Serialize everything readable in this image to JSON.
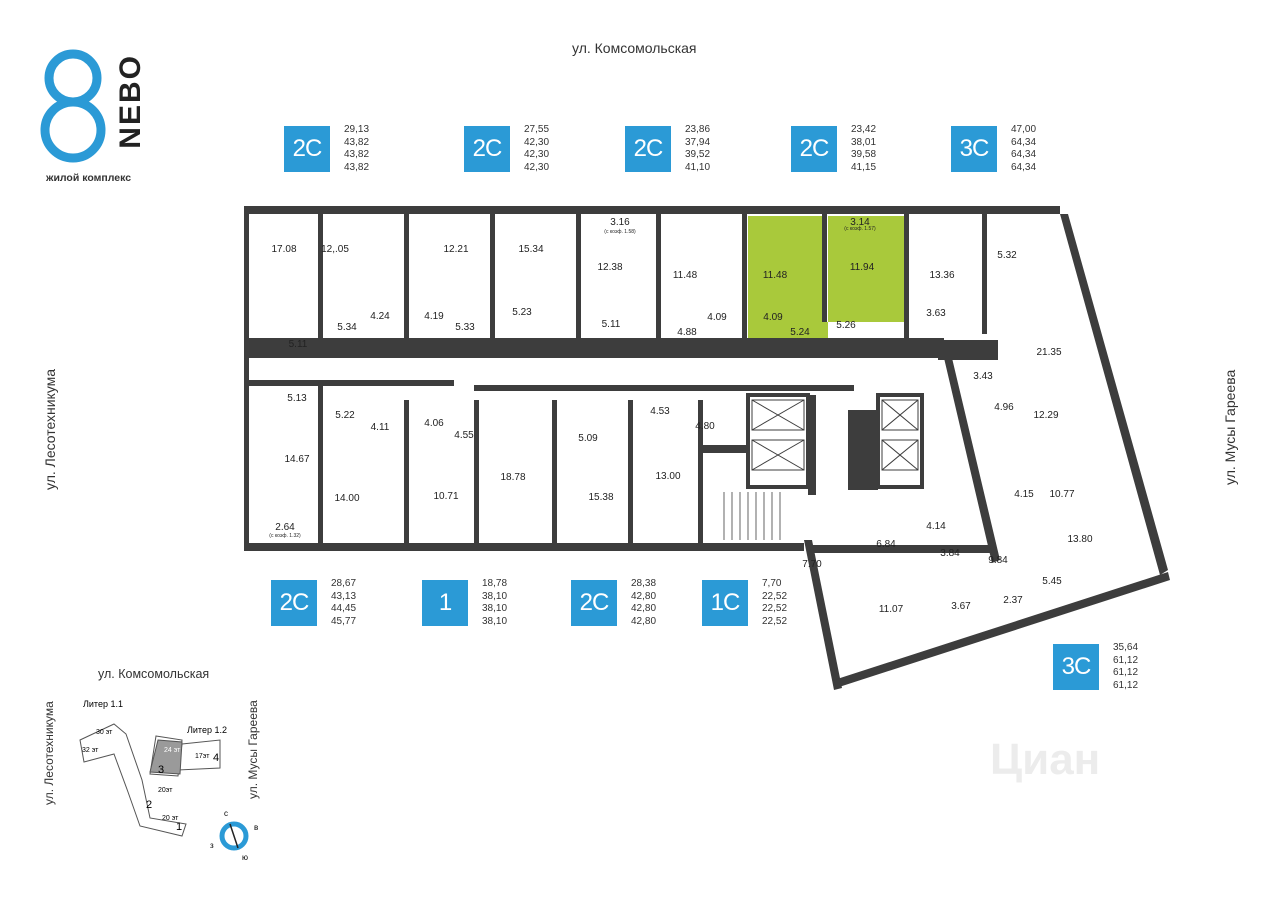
{
  "logo": {
    "brand": "NEBO",
    "subtitle": "жилой комплекс"
  },
  "streets": {
    "top": "ул. Комсомольская",
    "left": "ул. Лесотехникума",
    "right": "ул. Мусы Гареева"
  },
  "apartments": [
    {
      "type": "2С",
      "areas": [
        "29,13",
        "43,82",
        "43,82",
        "43,82"
      ]
    },
    {
      "type": "2С",
      "areas": [
        "27,55",
        "42,30",
        "42,30",
        "42,30"
      ]
    },
    {
      "type": "2С",
      "areas": [
        "23,86",
        "37,94",
        "39,52",
        "41,10"
      ]
    },
    {
      "type": "2С",
      "areas": [
        "23,42",
        "38,01",
        "39,58",
        "41,15"
      ]
    },
    {
      "type": "3С",
      "areas": [
        "47,00",
        "64,34",
        "64,34",
        "64,34"
      ]
    },
    {
      "type": "2С",
      "areas": [
        "28,67",
        "43,13",
        "44,45",
        "45,77"
      ]
    },
    {
      "type": "1",
      "areas": [
        "18,78",
        "38,10",
        "38,10",
        "38,10"
      ]
    },
    {
      "type": "2С",
      "areas": [
        "28,38",
        "42,80",
        "42,80",
        "42,80"
      ]
    },
    {
      "type": "1С",
      "areas": [
        "7,70",
        "22,52",
        "22,52",
        "22,52"
      ]
    },
    {
      "type": "3С",
      "areas": [
        "35,64",
        "61,12",
        "61,12",
        "61,12"
      ]
    }
  ],
  "rooms": [
    "17.08",
    "12,.05",
    "12.21",
    "15.34",
    "3.16",
    "(с коэф. 1.58)",
    "12.38",
    "11.48",
    "11.48",
    "3.14",
    "(с коэф. 1.57)",
    "11.94",
    "13.36",
    "5.32",
    "5.34",
    "4.24",
    "4.19",
    "5.33",
    "5.23",
    "5.11",
    "4.88",
    "4.09",
    "4.09",
    "5.24",
    "5.26",
    "3.63",
    "5.11",
    "21.35",
    "3.43",
    "4.96",
    "12.29",
    "5.13",
    "5.22",
    "4.11",
    "4.06",
    "4.55",
    "5.09",
    "4.53",
    "4.80",
    "14.67",
    "18.78",
    "15.38",
    "13.00",
    "14.00",
    "10.71",
    "2.64",
    "(с коэф. 1.32)",
    "4.15",
    "10.77",
    "4.14",
    "6.84",
    "3.84",
    "9.84",
    "13.80",
    "7.70",
    "5.45",
    "11.07",
    "3.67",
    "2.37"
  ],
  "keyplan": {
    "street_top": "ул. Комсомольская",
    "street_left": "ул. Лесотехникума",
    "street_right": "ул. Мусы Гареева",
    "litera_1_1": "Литер 1.1",
    "litera_1_2": "Литер 1.2",
    "floors": [
      "30 эт",
      "32 эт",
      "24 эт",
      "17эт",
      "20эт",
      "20 эт"
    ],
    "sections": [
      "3",
      "4",
      "2",
      "1"
    ],
    "compass": {
      "n": "с",
      "e": "в",
      "s": "ю",
      "w": "з"
    }
  },
  "watermark": "Циан",
  "colors": {
    "accent": "#2b9ad6",
    "highlight": "#a9c93b",
    "wall": "#3d3d3d"
  }
}
